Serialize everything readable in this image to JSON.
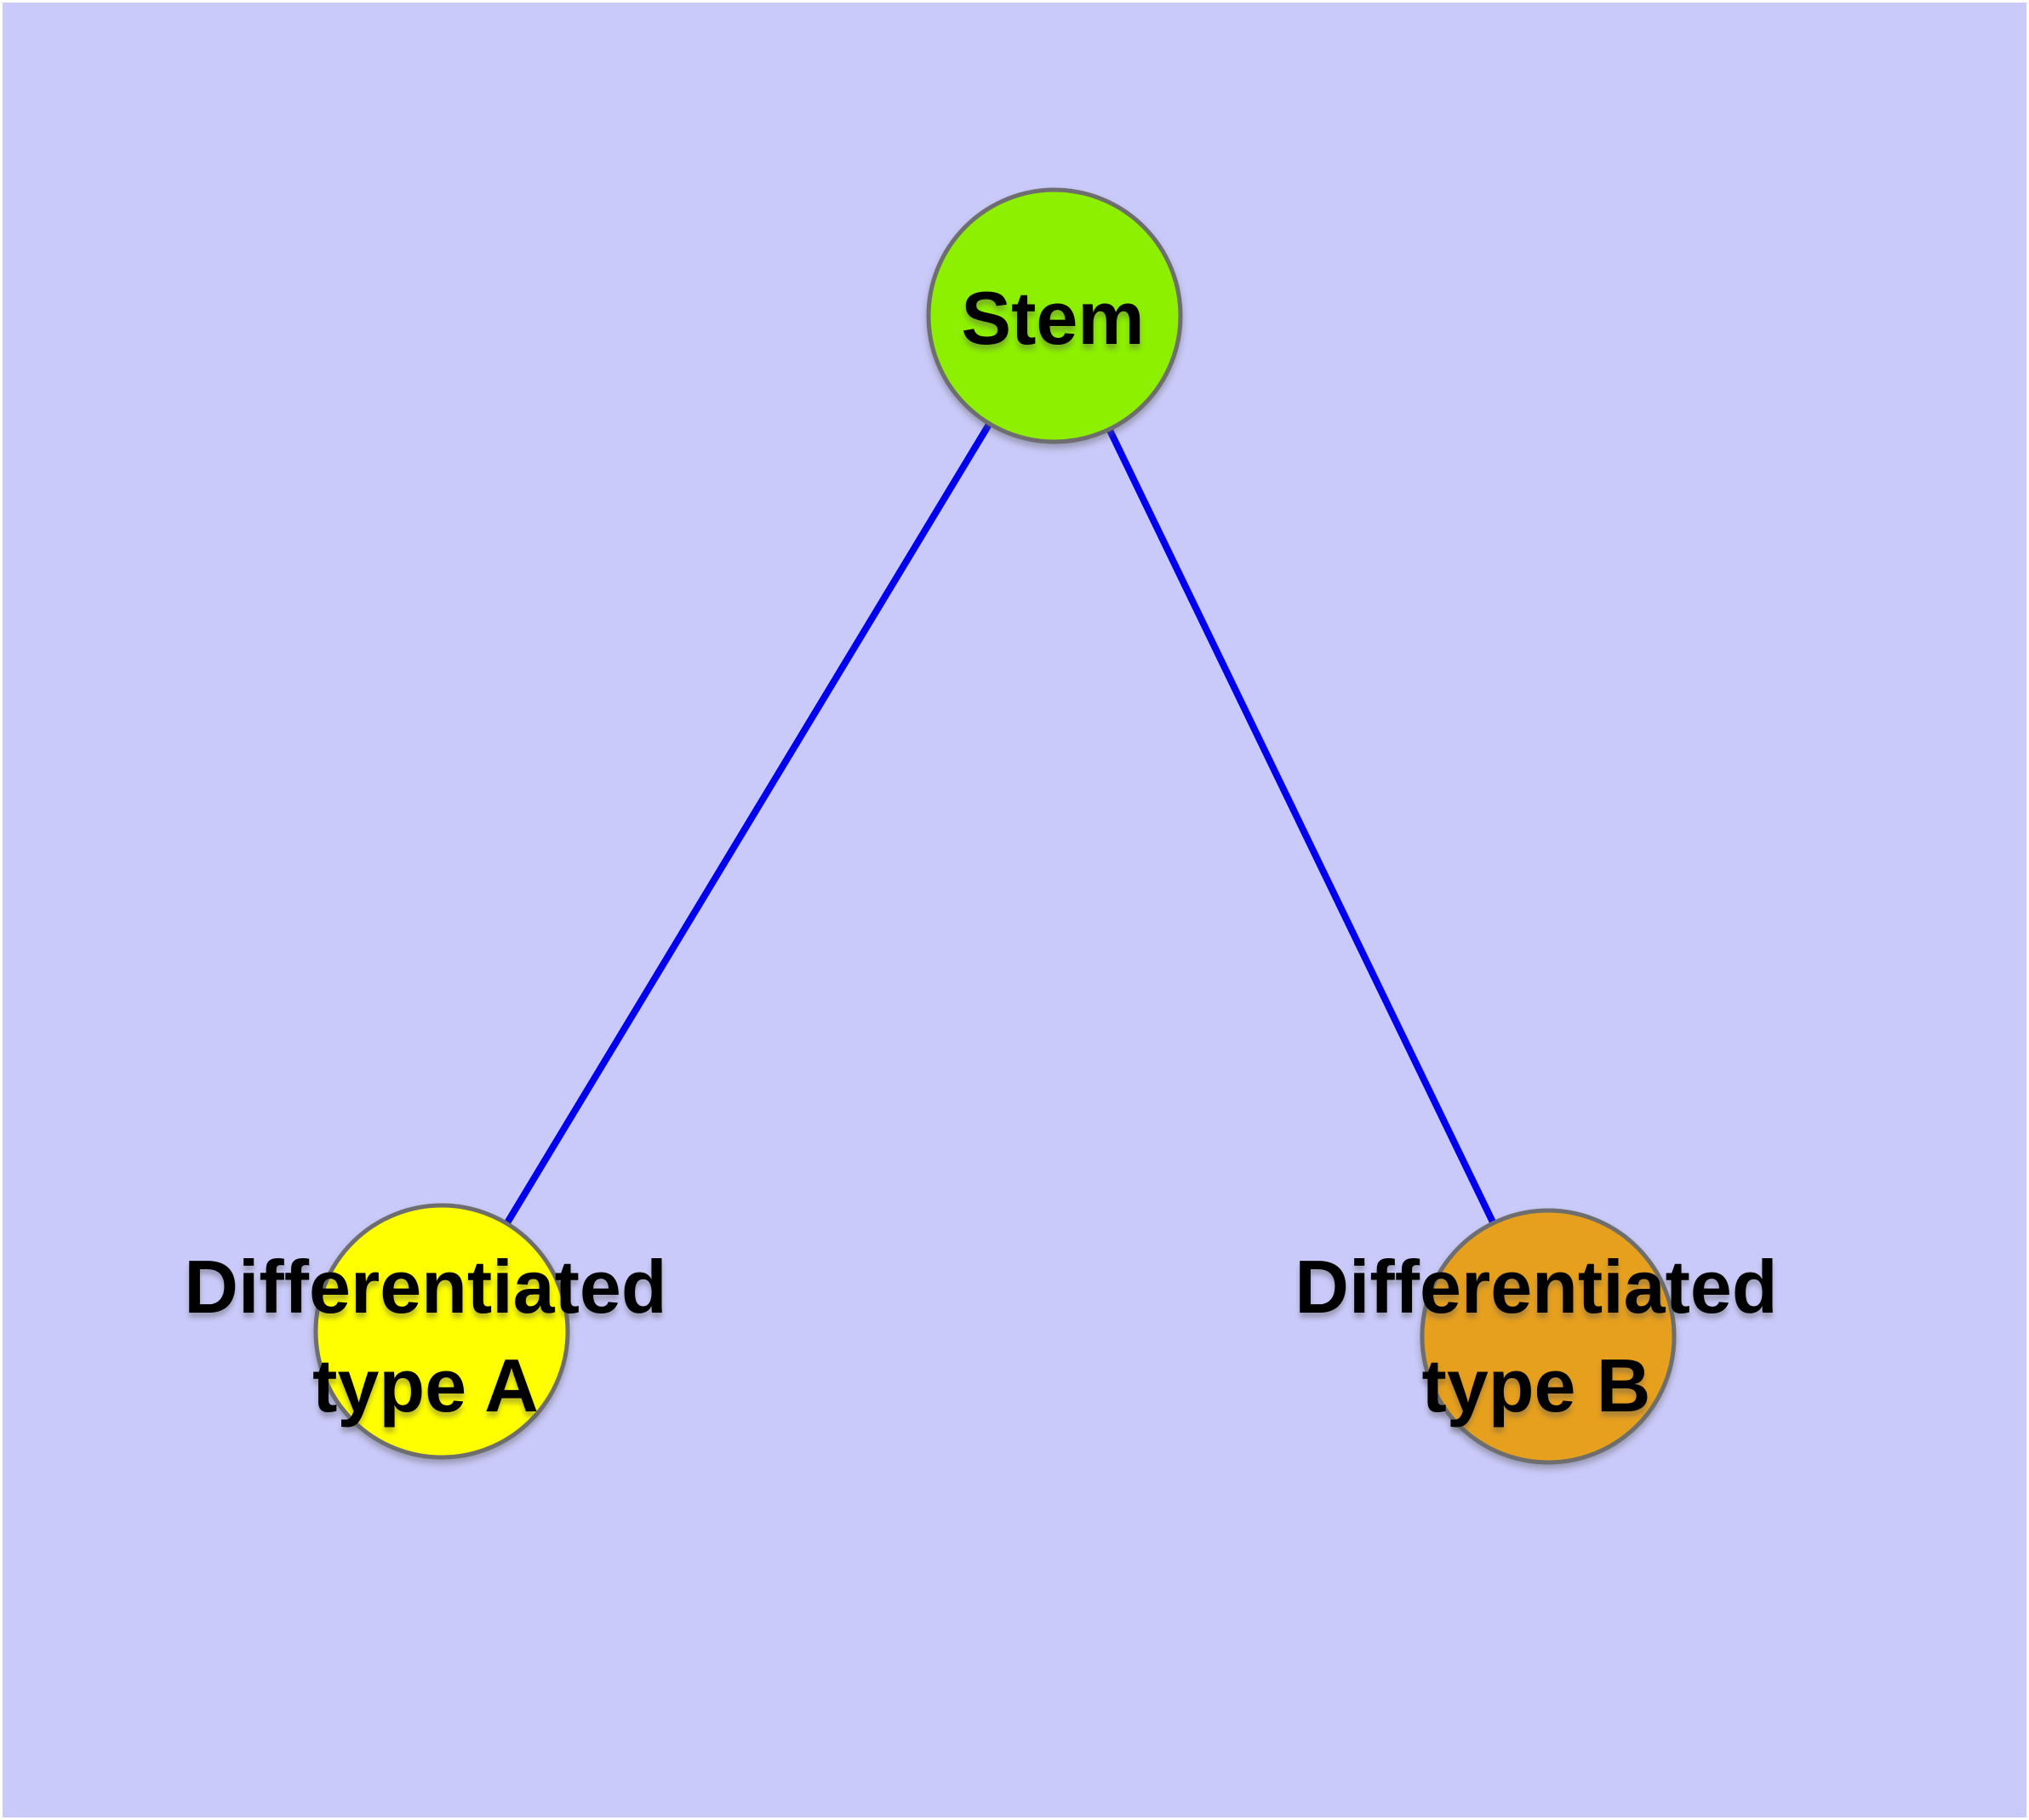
{
  "diagram": {
    "background_color": "#CACAFA",
    "frame_color": "#FFFFFF",
    "edge_color": "#0000EE",
    "node_border_color": "#6E6E6E",
    "label_color": "#000000",
    "nodes": [
      {
        "id": "stem",
        "label": "Stem",
        "fill": "#8CF000"
      },
      {
        "id": "differentiated-type-a",
        "label_line1": "Differentiated",
        "label_line2": "type A",
        "fill": "#FFFF00"
      },
      {
        "id": "differentiated-type-b",
        "label_line1": "Differentiated",
        "label_line2": "type B",
        "fill": "#E7A01E"
      }
    ],
    "edges": [
      {
        "from": "Stem",
        "to": "Differentiated type A"
      },
      {
        "from": "Stem",
        "to": "Differentiated type B"
      }
    ]
  }
}
